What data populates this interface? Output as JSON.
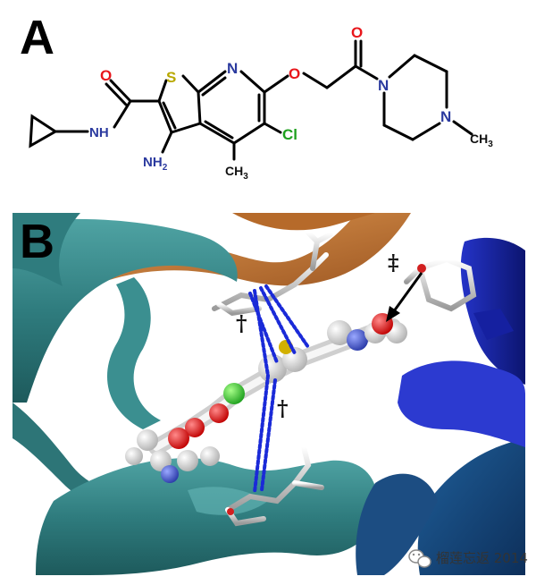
{
  "panel_a": {
    "label": "A",
    "atoms": {
      "O_amide": "O",
      "NH": "NH",
      "S": "S",
      "N_ring": "N",
      "O_ether": "O",
      "O_ketone": "O",
      "N_pip1": "N",
      "N_pip2": "N",
      "CH3_pip": "CH",
      "CH3_pip_sub": "3",
      "Cl": "Cl",
      "NH2": "H",
      "NH2_sub": "2",
      "NH2_N": "N",
      "CH3_ring": "CH",
      "CH3_ring_sub": "3"
    }
  },
  "panel_b": {
    "label": "B",
    "annotations": {
      "double_dagger": "‡",
      "dagger_upper": "†",
      "dagger_lower": "†"
    }
  },
  "watermark": {
    "text": "榴莲忘返 2014",
    "icon": "wechat-icon"
  },
  "colors": {
    "oxygen": "#e8161b",
    "nitrogen": "#2b3a9f",
    "sulfur": "#b8a800",
    "chlorine": "#1ea01e",
    "teal_ribbon": "#3a8a8a",
    "orange_ribbon": "#c87a35",
    "blue_ribbon": "#2030b0",
    "hbond": "#1a2ad8"
  }
}
